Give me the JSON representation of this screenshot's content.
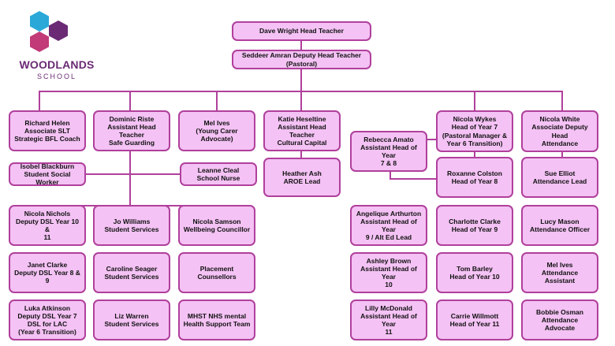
{
  "logo": {
    "name": "WOODLANDS",
    "sub": "SCHOOL",
    "colors": [
      "#2aa9d8",
      "#c23a78",
      "#6a2a74"
    ]
  },
  "colors": {
    "box_fill": "#f4c2f4",
    "box_border": "#b0409c",
    "line": "#b0409c"
  },
  "nodes": {
    "head_teacher": "Dave Wright Head Teacher",
    "deputy_head": "Seddeer Amran Deputy Head Teacher (Pastoral)",
    "richard_helen": "Richard Helen\nAssociate SLT\nStrategic BFL Coach",
    "dominic_riste": "Dominic Riste\nAssistant Head Teacher\nSafe Guarding",
    "mel_ives_carer": "Mel Ives\n(Young Carer Advocate)",
    "katie_heseltine": "Katie Heseltine\nAssistant Head Teacher\nCultural Capital",
    "nicola_wykes": "Nicola Wykes\nHead of Year 7\n(Pastoral Manager &\nYear 6 Transition)",
    "nicola_white": "Nicola White\nAssociate Deputy Head\nAttendance",
    "rebecca_amato": "Rebecca Amato\nAssistant Head of Year\n7 & 8",
    "isobel_blackburn": "Isobel Blackburn\nStudent Social Worker",
    "leanne_cleal": "Leanne Cleal\nSchool Nurse",
    "heather_ash": "Heather Ash\nAROE Lead",
    "roxanne_colston": "Roxanne Colston\nHead of Year 8",
    "sue_elliot": "Sue Elliot\nAttendance Lead",
    "nicola_nichols": "Nicola Nichols\nDeputy DSL Year 10 &\n11",
    "jo_williams": "Jo Williams\nStudent Services",
    "nicola_samson": "Nicola Samson\nWellbeing Councillor",
    "angelique_arthurton": "Angelique Arthurton\nAssistant Head of Year\n9 / Alt Ed Lead",
    "charlotte_clarke": "Charlotte Clarke\nHead of Year 9",
    "lucy_mason": "Lucy Mason\nAttendance Officer",
    "janet_clarke": "Janet Clarke\nDeputy DSL Year 8 & 9",
    "caroline_seager": "Caroline Seager\nStudent Services",
    "placement_counsellors": "Placement Counsellors",
    "ashley_brown": "Ashley Brown\nAssistant Head of Year\n10",
    "tom_barley": "Tom Barley\nHead of Year 10",
    "mel_ives_attendance": "Mel Ives\nAttendance Assistant",
    "luka_atkinson": "Luka Atkinson\nDeputy DSL Year 7\nDSL for LAC\n(Year 6 Transition)",
    "liz_warren": "Liz Warren\nStudent Services",
    "mhst": "MHST NHS mental\nHealth Support Team",
    "lilly_mcdonald": "Lilly McDonald\nAssistant Head of Year\n11",
    "carrie_willmott": "Carrie Willmott\nHead of Year 11",
    "bobbie_osman": "Bobbie Osman\nAttendance Advocate"
  }
}
